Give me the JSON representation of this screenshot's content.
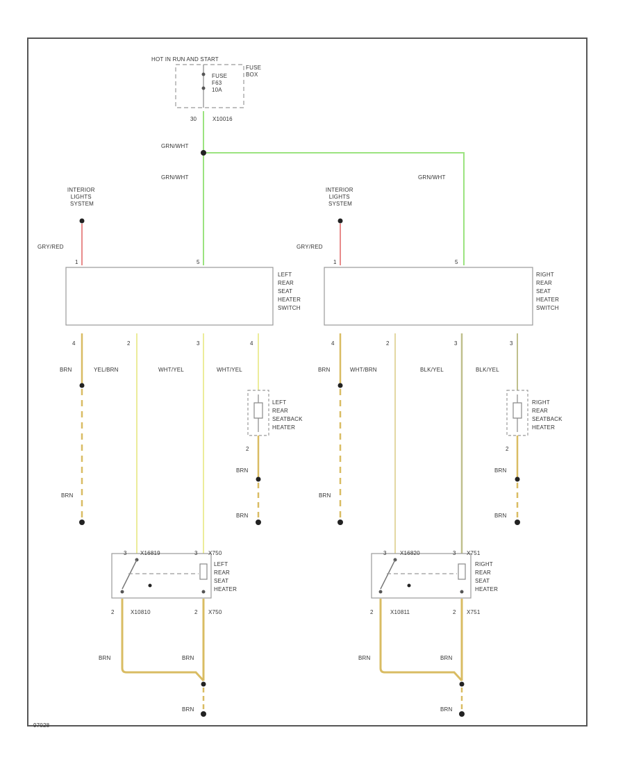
{
  "colors": {
    "frame": "#555555",
    "green": "#9be37f",
    "red": "#e88a8a",
    "yellow": "#ecec9a",
    "brown": "#d9bc63",
    "tan": "#e3d7a2",
    "olive": "#bfbf8c",
    "ground": "#222222",
    "box": "#999999"
  },
  "fuse": {
    "title": "HOT IN RUN AND START",
    "name": "FUSE",
    "ref": "F63",
    "rating": "10A",
    "panel": "FUSE BOX",
    "pin": "30",
    "connector": "X10016"
  },
  "top": {
    "splice_wire": "GRN/WHT",
    "left_wire": "GRN/WHT",
    "right_wire": "GRN/WHT"
  },
  "left": {
    "system": [
      "INTERIOR",
      "LIGHTS",
      "SYSTEM"
    ],
    "feed_wire": "GRY/RED",
    "feed_pin": "1",
    "power_pin": "5",
    "switch_name": [
      "LEFT",
      "REAR",
      "SEAT",
      "HEATER",
      "SWITCH"
    ],
    "pins": [
      "4",
      "2",
      "3",
      "4"
    ],
    "wires": [
      "BRN",
      "YEL/BRN",
      "WHT/YEL",
      "WHT/YEL"
    ],
    "ground_wire_lower": "BRN",
    "seatback_name": [
      "LEFT",
      "REAR",
      "SEATBACK",
      "HEATER"
    ],
    "seatback_pin": "2",
    "seatback_wire1": "BRN",
    "seatback_wire2": "BRN",
    "heater_pin_a": "3",
    "heater_conn_a": "X16819",
    "heater_pin_b": "3",
    "heater_conn_b": "X750",
    "heater_name": [
      "LEFT",
      "REAR",
      "SEAT",
      "HEATER"
    ],
    "heater_out_pin_a": "2",
    "heater_out_conn_a": "X10810",
    "heater_out_pin_b": "2",
    "heater_out_conn_b": "X750",
    "bottom_wire_left": "BRN",
    "bottom_wire_right": "BRN",
    "ground_wire": "BRN"
  },
  "right": {
    "system": [
      "INTERIOR",
      "LIGHTS",
      "SYSTEM"
    ],
    "feed_wire": "GRY/RED",
    "feed_pin": "1",
    "power_pin": "5",
    "switch_name": [
      "RIGHT",
      "REAR",
      "SEAT",
      "HEATER",
      "SWITCH"
    ],
    "pins": [
      "4",
      "2",
      "3",
      "3"
    ],
    "wires": [
      "BRN",
      "WHT/BRN",
      "BLK/YEL",
      "BLK/YEL"
    ],
    "ground_wire_lower": "BRN",
    "seatback_name": [
      "RIGHT",
      "REAR",
      "SEATBACK",
      "HEATER"
    ],
    "seatback_pin": "2",
    "seatback_wire1": "BRN",
    "seatback_wire2": "BRN",
    "heater_pin_a": "3",
    "heater_conn_a": "X16820",
    "heater_pin_b": "3",
    "heater_conn_b": "X751",
    "heater_name": [
      "RIGHT",
      "REAR",
      "SEAT",
      "HEATER"
    ],
    "heater_out_pin_a": "2",
    "heater_out_conn_a": "X10811",
    "heater_out_pin_b": "2",
    "heater_out_conn_b": "X751",
    "bottom_wire_left": "BRN",
    "bottom_wire_right": "BRN",
    "ground_wire": "BRN"
  },
  "figure_id": "97028"
}
